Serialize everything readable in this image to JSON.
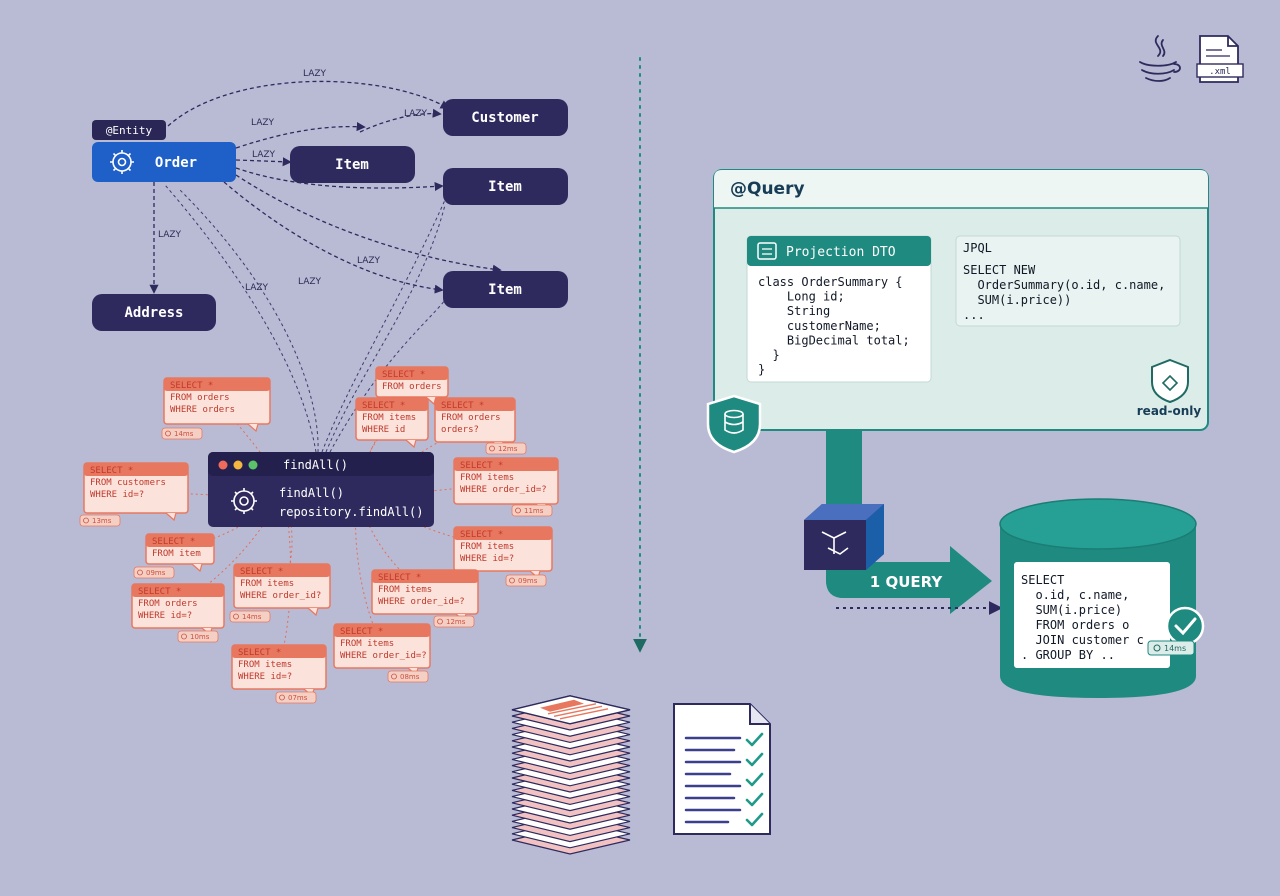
{
  "left": {
    "entity_tag": "@Entity",
    "order": "Order",
    "customer": "Customer",
    "item_a": "Item",
    "item_b": "Item",
    "item_c": "Item",
    "address": "Address",
    "lazy": "LAZY",
    "find_window": {
      "title": "findAll()",
      "line1": "findAll()",
      "line2": "repository.findAll()"
    },
    "sql_bubbles": [
      {
        "l1": "SELECT *",
        "l2": "FROM orders",
        "l3": "WHERE orders",
        "ms": "14ms"
      },
      {
        "l1": "SELECT *",
        "l2": "FROM orders",
        "l3": "",
        "ms": ""
      },
      {
        "l1": "SELECT *",
        "l2": "FROM items",
        "l3": "WHERE id",
        "ms": ""
      },
      {
        "l1": "SELECT *",
        "l2": "FROM orders",
        "l3": "orders?",
        "ms": "12ms"
      },
      {
        "l1": "SELECT *",
        "l2": "FROM customers",
        "l3": "WHERE id=?",
        "ms": "13ms"
      },
      {
        "l1": "SELECT *",
        "l2": "FROM items",
        "l3": "WHERE order_id=?",
        "ms": "11ms"
      },
      {
        "l1": "SELECT *",
        "l2": "FROM items",
        "l3": "WHERE id=?",
        "ms": "09ms"
      },
      {
        "l1": "SELECT *",
        "l2": "FROM item",
        "l3": "",
        "ms": "09ms"
      },
      {
        "l1": "SELECT *",
        "l2": "FROM orders",
        "l3": "WHERE id=?",
        "ms": "10ms"
      },
      {
        "l1": "SELECT *",
        "l2": "FROM items",
        "l3": "WHERE order_id?",
        "ms": "14ms"
      },
      {
        "l1": "SELECT *",
        "l2": "FROM items",
        "l3": "WHERE order_id=?",
        "ms": "12ms"
      },
      {
        "l1": "SELECT *",
        "l2": "FROM items",
        "l3": "WHERE order_id=?",
        "ms": "08ms"
      },
      {
        "l1": "SELECT *",
        "l2": "FROM items",
        "l3": "WHERE id=?",
        "ms": "07ms"
      }
    ]
  },
  "right": {
    "query_title": "@Query",
    "projection_title": "Projection DTO",
    "projection_code": [
      "class OrderSummary {",
      "    Long id;",
      "    String",
      "    customerName;",
      "    BigDecimal total;",
      "  }",
      "}"
    ],
    "jpql_title": "JPQL",
    "jpql_code": [
      "SELECT NEW",
      "  OrderSummary(o.id, c.name,",
      "  SUM(i.price))",
      "..."
    ],
    "read_only": "read-only",
    "one_query": "1 QUERY",
    "db_sql": [
      "SELECT",
      "  o.id, c.name,",
      "  SUM(i.price)",
      "  FROM orders o",
      "  JOIN customer c ...",
      ". GROUP BY .."
    ],
    "db_ms": "14ms",
    "xml_label": ".xml"
  },
  "colors": {
    "bg": "#b9bbd4",
    "navy": "#2e2a5e",
    "blue": "#1f5fc8",
    "teal": "#1f8a80",
    "teal_dark": "#176e66",
    "sql_red": "#e8775f",
    "panel": "#dcece8"
  }
}
